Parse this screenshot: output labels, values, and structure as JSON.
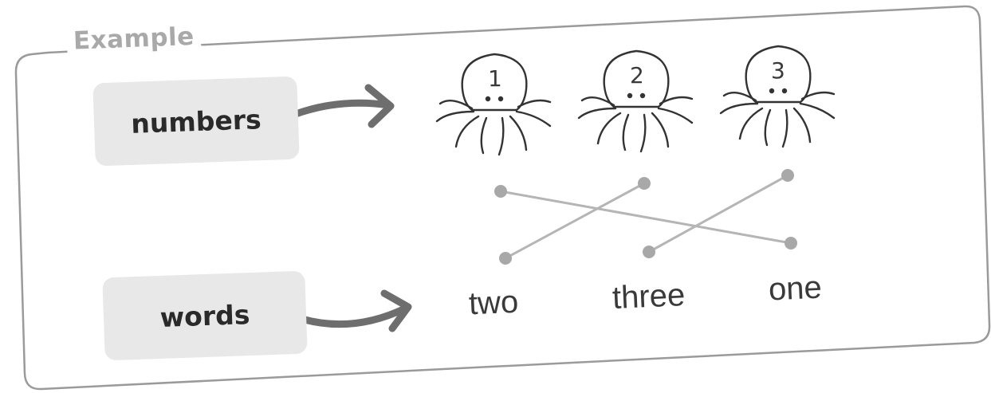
{
  "heading": "Example",
  "labels": {
    "numbers": "numbers",
    "words": "words"
  },
  "octopuses": [
    {
      "number": "1"
    },
    {
      "number": "2"
    },
    {
      "number": "3"
    }
  ],
  "words": [
    "two",
    "three",
    "one"
  ],
  "matches": [
    {
      "number": "1",
      "word": "one"
    },
    {
      "number": "2",
      "word": "two"
    },
    {
      "number": "3",
      "word": "three"
    }
  ],
  "colors": {
    "frame": "#9a9a9a",
    "heading": "#a9a9a9",
    "pill": "#e8e8e8",
    "arrow": "#6e6e6e",
    "connector": "#b5b5b5",
    "dot": "#a8a8a8"
  },
  "icons": [
    "curved-arrow-icon",
    "octopus-icon"
  ]
}
